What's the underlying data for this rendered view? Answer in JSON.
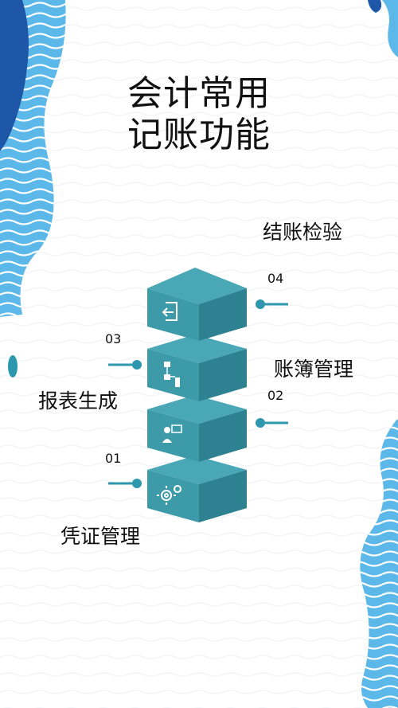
{
  "title": {
    "line1": "会计常用",
    "line2": "记账功能"
  },
  "steps": [
    {
      "number": "01",
      "label": "凭证管理",
      "icon": "gears-icon"
    },
    {
      "number": "02",
      "label": "账簿管理",
      "icon": "presenter-icon"
    },
    {
      "number": "03",
      "label": "报表生成",
      "icon": "flowchart-icon"
    },
    {
      "number": "04",
      "label": "结账检验",
      "icon": "exit-icon"
    }
  ],
  "colors": {
    "box_top": "#4aa7b6",
    "box_front": "#3d9aa9",
    "box_side": "#2e8190",
    "accent": "#2f97ad",
    "wave_light": "#5db8ea",
    "wave_dark": "#1e56a8"
  }
}
